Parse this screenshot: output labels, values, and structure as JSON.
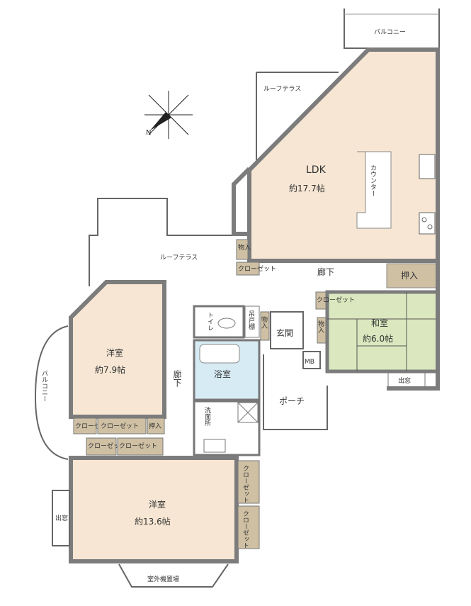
{
  "rooms": {
    "ldk": {
      "name": "LDK",
      "area": "約17.7帖"
    },
    "western_1": {
      "name": "洋室",
      "area": "約7.9帖"
    },
    "western_2": {
      "name": "洋室",
      "area": "約13.6帖"
    },
    "japanese": {
      "name": "和室",
      "area": "約6.0帖"
    }
  },
  "labels": {
    "balcony_top": "バルコニー",
    "balcony_left": "バルコニー",
    "roof_terrace_1": "ルーフテラス",
    "roof_terrace_2": "ルーフテラス",
    "counter": "カウンター",
    "hallway_top": "廊下",
    "hallway_mid": "廊下",
    "storage_left": "物入",
    "storage_small": "物入",
    "storage_mid": "物入",
    "futon": "押入",
    "toilet": "トイレ",
    "bath": "浴室",
    "washroom": "洗面所",
    "entrance": "玄関",
    "porch": "ポーチ",
    "mb": "MB",
    "closet_1": "クローゼット",
    "closet_2": "クローゼット",
    "closet_3": "クローゼット",
    "closet_4": "クローゼット",
    "closet_5": "クローゼット",
    "closet_6": "クローゼット",
    "closet_7": "クローゼット",
    "window_left": "出窓",
    "window_right": "出窓",
    "outdoor_unit": "室外機置場",
    "shelf": "吊戸棚"
  },
  "colors": {
    "ldk": "#f6e6d3",
    "japanese": "#dbe8bf",
    "bath": "#d7ebf5",
    "storage": "#cfc0a4",
    "wall": "#7c7c7c"
  },
  "icons": {
    "compass": "compass-rose-icon"
  }
}
